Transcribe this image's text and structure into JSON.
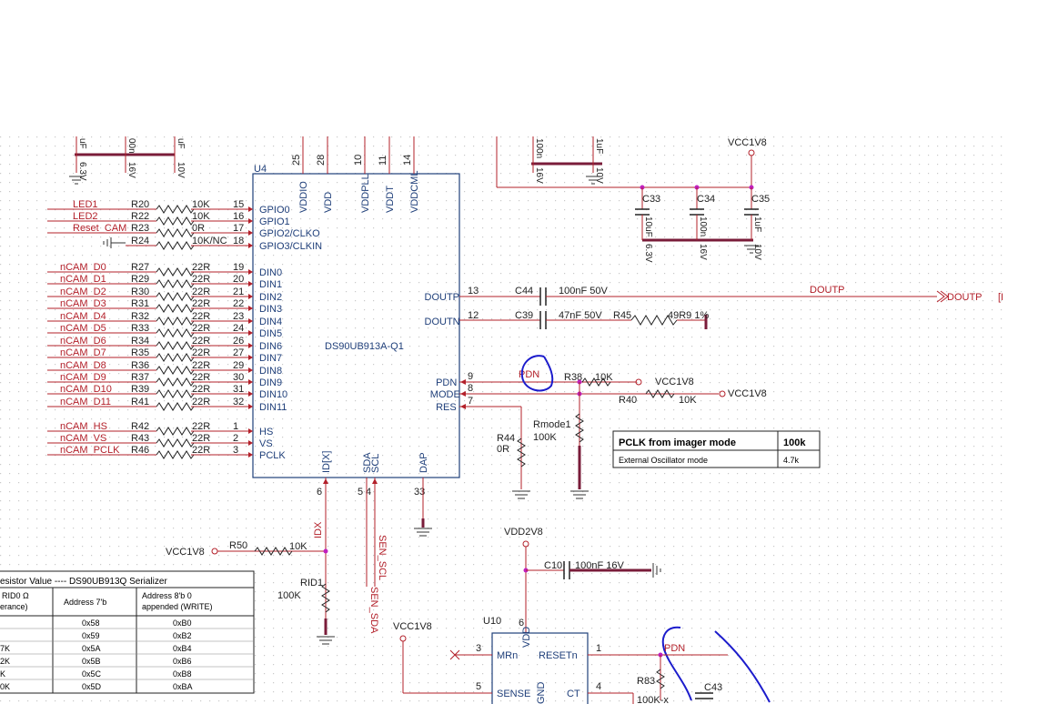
{
  "ic_u4": {
    "ref": "U4",
    "part": "DS90UB913A-Q1",
    "top_pins": [
      {
        "num": "25",
        "name": "VDDIO"
      },
      {
        "num": "28",
        "name": "VDD"
      },
      {
        "num": "10",
        "name": "VDDPLL"
      },
      {
        "num": "11",
        "name": "VDDT"
      },
      {
        "num": "14",
        "name": "VDDCML"
      }
    ],
    "left_pins": [
      {
        "num": "15",
        "name": "GPIO0"
      },
      {
        "num": "16",
        "name": "GPIO1"
      },
      {
        "num": "17",
        "name": "GPIO2/CLKO"
      },
      {
        "num": "18",
        "name": "GPIO3/CLKIN"
      },
      {
        "num": "19",
        "name": "DIN0"
      },
      {
        "num": "20",
        "name": "DIN1"
      },
      {
        "num": "21",
        "name": "DIN2"
      },
      {
        "num": "22",
        "name": "DIN3"
      },
      {
        "num": "23",
        "name": "DIN4"
      },
      {
        "num": "24",
        "name": "DIN5"
      },
      {
        "num": "26",
        "name": "DIN6"
      },
      {
        "num": "27",
        "name": "DIN7"
      },
      {
        "num": "29",
        "name": "DIN8"
      },
      {
        "num": "30",
        "name": "DIN9"
      },
      {
        "num": "31",
        "name": "DIN10"
      },
      {
        "num": "32",
        "name": "DIN11"
      },
      {
        "num": "1",
        "name": "HS"
      },
      {
        "num": "2",
        "name": "VS"
      },
      {
        "num": "3",
        "name": "PCLK"
      }
    ],
    "right_pins": [
      {
        "num": "13",
        "name": "DOUTP"
      },
      {
        "num": "12",
        "name": "DOUTN"
      },
      {
        "num": "9",
        "name": "PDN"
      },
      {
        "num": "8",
        "name": "MODE"
      },
      {
        "num": "7",
        "name": "RES"
      }
    ],
    "bottom_pins": [
      {
        "num": "6",
        "name": "ID[X]"
      },
      {
        "num": "5",
        "name": "SDA"
      },
      {
        "num": "4",
        "name": "SCL"
      },
      {
        "num": "33",
        "name": "DAP"
      }
    ]
  },
  "left_nets": [
    {
      "net": "LED1",
      "res": "R20",
      "val": "10K"
    },
    {
      "net": "LED2",
      "res": "R22",
      "val": "10K"
    },
    {
      "net": "Reset_CAM",
      "res": "R23",
      "val": "0R"
    },
    {
      "net": "",
      "res": "R24",
      "val": "10K/NC"
    },
    {
      "net": "nCAM_D0",
      "res": "R27",
      "val": "22R"
    },
    {
      "net": "nCAM_D1",
      "res": "R29",
      "val": "22R"
    },
    {
      "net": "nCAM_D2",
      "res": "R30",
      "val": "22R"
    },
    {
      "net": "nCAM_D3",
      "res": "R31",
      "val": "22R"
    },
    {
      "net": "nCAM_D4",
      "res": "R32",
      "val": "22R"
    },
    {
      "net": "nCAM_D5",
      "res": "R33",
      "val": "22R"
    },
    {
      "net": "nCAM_D6",
      "res": "R34",
      "val": "22R"
    },
    {
      "net": "nCAM_D7",
      "res": "R35",
      "val": "22R"
    },
    {
      "net": "nCAM_D8",
      "res": "R36",
      "val": "22R"
    },
    {
      "net": "nCAM_D9",
      "res": "R37",
      "val": "22R"
    },
    {
      "net": "nCAM_D10",
      "res": "R39",
      "val": "22R"
    },
    {
      "net": "nCAM_D11",
      "res": "R41",
      "val": "22R"
    },
    {
      "net": "nCAM_HS",
      "res": "R42",
      "val": "22R"
    },
    {
      "net": "nCAM_VS",
      "res": "R43",
      "val": "22R"
    },
    {
      "net": "nCAM_PCLK",
      "res": "R46",
      "val": "22R"
    }
  ],
  "top_caps_left": [
    "uF",
    "00n",
    "uF"
  ],
  "top_caps_left_v": [
    "6.3V",
    "16V",
    "10V"
  ],
  "top_caps_right": [
    "100n",
    "1uF"
  ],
  "top_caps_right_v": [
    "16V",
    "10V"
  ],
  "cap_bank": {
    "rail": "VCC1V8",
    "caps": [
      {
        "ref": "C33",
        "val": "10uF",
        "v": "6.3V"
      },
      {
        "ref": "C34",
        "val": "100n",
        "v": "16V"
      },
      {
        "ref": "C35",
        "val": "1uF",
        "v": "10V"
      }
    ]
  },
  "outputs": {
    "c44": "C44",
    "c44_val": "100nF  50V",
    "c39": "C39",
    "c39_val": "47nF  50V",
    "r45": "R45",
    "r45_val": "49R9  1%",
    "doutp_net": "DOUTP",
    "doutp_port": "DOUTP",
    "clip": "[I"
  },
  "control": {
    "pdn": "PDN",
    "r38": "R38",
    "r38_val": "10K",
    "r38_rail": "VCC1V8",
    "r40": "R40",
    "r40_val": "10K",
    "r40_rail": "VCC1V8",
    "r44": "R44",
    "r44_val": "0R",
    "rmode": "Rmode1",
    "rmode_val": "100K"
  },
  "mode_table": {
    "rows": [
      {
        "label": "PCLK from imager mode",
        "val": "100k"
      },
      {
        "label": "External Oscillator mode",
        "val": "4.7k"
      }
    ]
  },
  "id_section": {
    "idx": "IDX",
    "sen_sda": "SEN_SDA",
    "sen_scl": "SEN_SCL",
    "vcc": "VCC1V8",
    "r50": "R50",
    "r50_val": "10K",
    "rid": "RID1",
    "rid_val": "100K"
  },
  "addr_table": {
    "title": "esistor Value ---- DS90UB913Q Serializer",
    "h1a": "RID0 Ω",
    "h1b": "erance)",
    "h2": "Address 7'b",
    "h3a": "Address 8'b 0",
    "h3b": "appended  (WRITE)",
    "rows": [
      {
        "r": "",
        "a7": "0x58",
        "a8": "0xB0"
      },
      {
        "r": "",
        "a7": "0x59",
        "a8": "0xB2"
      },
      {
        "r": "7K",
        "a7": "0x5A",
        "a8": "0xB4"
      },
      {
        "r": "2K",
        "a7": "0x5B",
        "a8": "0xB6"
      },
      {
        "r": "K",
        "a7": "0x5C",
        "a8": "0xB8"
      },
      {
        "r": "0K",
        "a7": "0x5D",
        "a8": "0xBA"
      }
    ]
  },
  "u10": {
    "ref": "U10",
    "vdd_net": "VDD2V8",
    "vcc_net": "VCC1V8",
    "c10": "C10",
    "c10_val": "100nF  16V",
    "pins": [
      {
        "num": "3",
        "name": "MRn"
      },
      {
        "num": "5",
        "name": "SENSE"
      },
      {
        "num": "6",
        "name": "VDD"
      },
      {
        "num": "1",
        "name": "RESETn"
      },
      {
        "num": "4",
        "name": "CT"
      },
      {
        "num": "",
        "name": "GND"
      }
    ],
    "pdn_net": "PDN",
    "r83": "R83",
    "r83_val": "100K-x",
    "c43": "C43"
  }
}
